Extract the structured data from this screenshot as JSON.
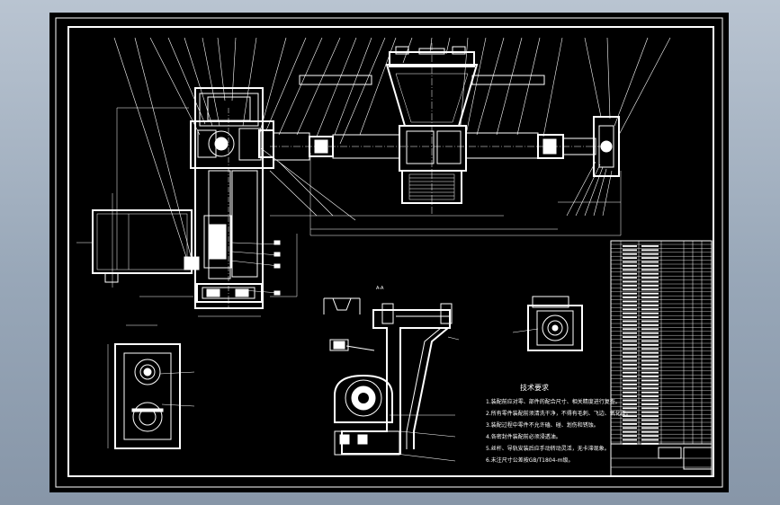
{
  "drawing": {
    "section_label": "A-A",
    "notes_title": "技术要求",
    "notes": [
      "1.装配前应对零、部件的配合尺寸、相关精度进行复查。",
      "2.所有零件装配前须清洗干净，不得有毛刺、飞边、氧化皮。",
      "3.装配过程中零件不允许磕、碰、划伤和锈蚀。",
      "4.各密封件装配前必须浸透油。",
      "5.丝杆、导轨安装后应手动转动灵活，无卡滞现象。",
      "6.未注尺寸公差按GB/T1804-m级。"
    ]
  }
}
